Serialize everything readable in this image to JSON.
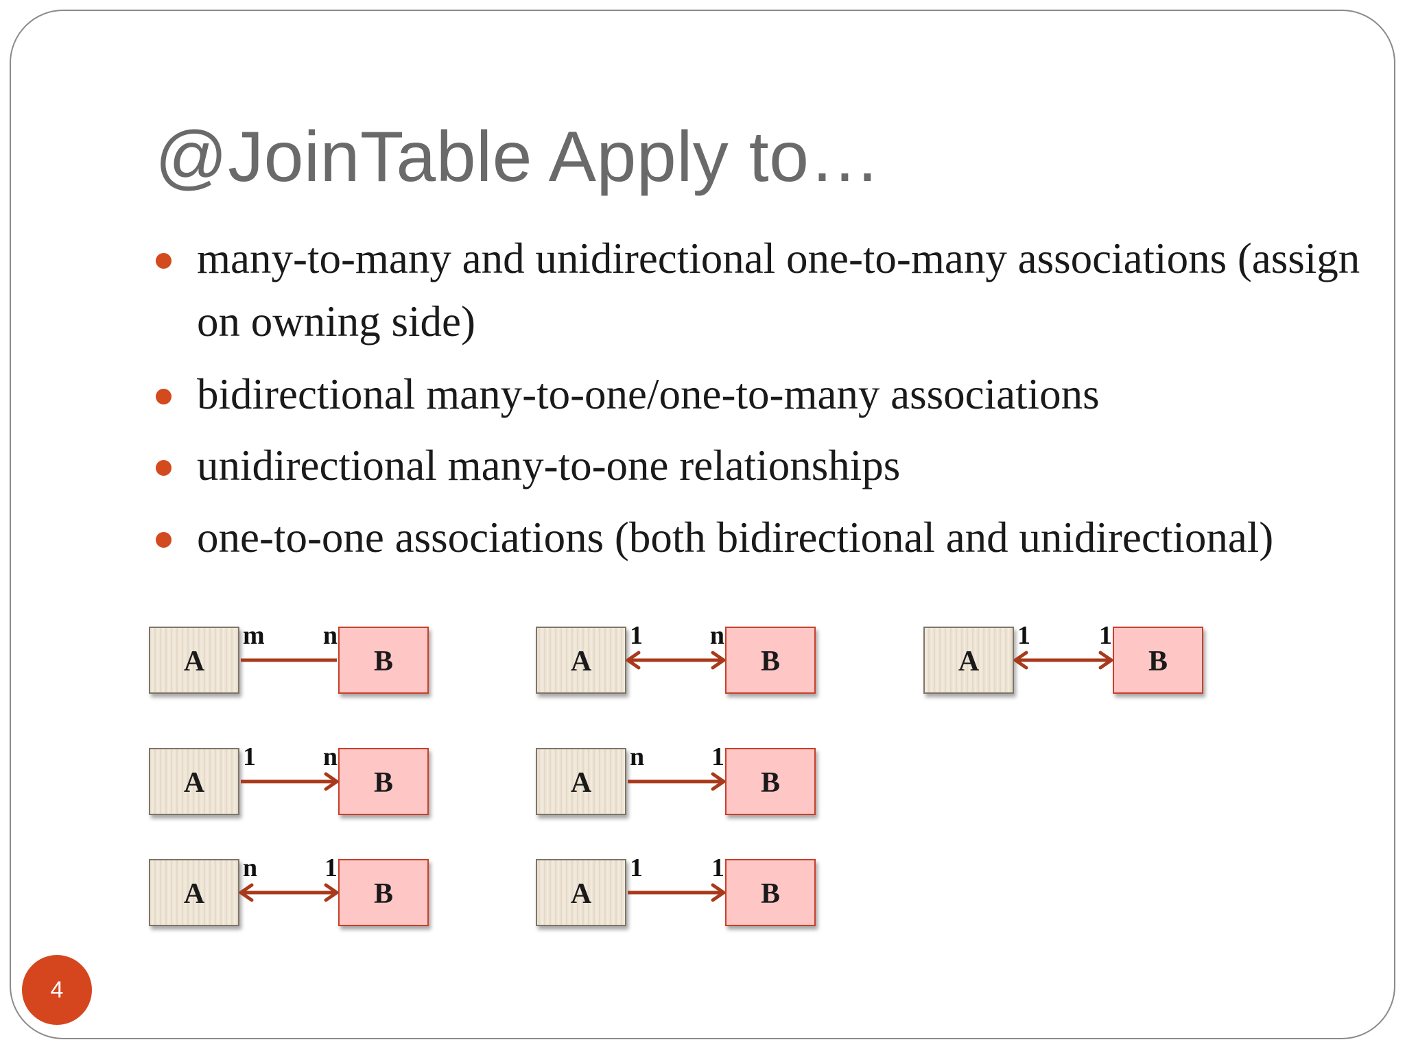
{
  "slide": {
    "title": "@JoinTable Apply to…",
    "page_number": "4"
  },
  "bullets": [
    {
      "text": "many-to-many and unidirectional one-to-many associations (assign on owning side)"
    },
    {
      "text": "bidirectional many-to-one/one-to-many associations"
    },
    {
      "text": "unidirectional many-to-one relationships"
    },
    {
      "text": "one-to-one associations (both bidirectional and unidirectional)"
    }
  ],
  "colors": {
    "bullet": "#d24a1e",
    "connector": "#a8391a",
    "box_a_fill": "#efe5d6",
    "box_b_fill": "#ffc6c6",
    "box_b_border": "#c8402a",
    "page_badge": "#d5461e"
  },
  "diagrams": [
    {
      "left": "A",
      "right": "B",
      "left_card": "m",
      "right_card": "n",
      "arrows": "none"
    },
    {
      "left": "A",
      "right": "B",
      "left_card": "1",
      "right_card": "n",
      "arrows": "both"
    },
    {
      "left": "A",
      "right": "B",
      "left_card": "1",
      "right_card": "1",
      "arrows": "both"
    },
    {
      "left": "A",
      "right": "B",
      "left_card": "1",
      "right_card": "n",
      "arrows": "right"
    },
    {
      "left": "A",
      "right": "B",
      "left_card": "n",
      "right_card": "1",
      "arrows": "right"
    },
    {
      "left": "A",
      "right": "B",
      "left_card": "n",
      "right_card": "1",
      "arrows": "both"
    },
    {
      "left": "A",
      "right": "B",
      "left_card": "1",
      "right_card": "1",
      "arrows": "right"
    }
  ]
}
